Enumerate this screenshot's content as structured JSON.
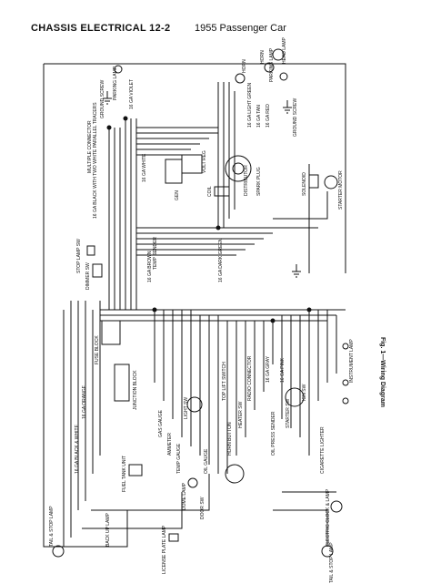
{
  "header": {
    "section": "CHASSIS ELECTRICAL  12-2",
    "title": "1955 Passenger Car"
  },
  "figure": {
    "caption": "Fig. 1—Wiring Diagram"
  },
  "labels": [
    {
      "id": "parking-lamp-l",
      "text": "PARKING LAMP"
    },
    {
      "id": "ground-screw-l",
      "text": "GROUND SCREW"
    },
    {
      "id": "black-white-l",
      "text": "16 GA BLACK WITH TWO WHITE PARALLEL TRACERS"
    },
    {
      "id": "multiple-conn",
      "text": "MULTIPLE CONNECTOR"
    },
    {
      "id": "white-l",
      "text": "16 GA WHITE"
    },
    {
      "id": "dist",
      "text": "DISTRIBUTOR"
    },
    {
      "id": "volt-reg",
      "text": "VOLT REG"
    },
    {
      "id": "coil",
      "text": "COIL"
    },
    {
      "id": "spark-plug",
      "text": "SPARK PLUG"
    },
    {
      "id": "starter-motor",
      "text": "STARTER MOTOR"
    },
    {
      "id": "solenoid",
      "text": "SOLENOID"
    },
    {
      "id": "horn-l",
      "text": "HORN"
    },
    {
      "id": "horn-r",
      "text": "HORN"
    },
    {
      "id": "parking-lamp-r",
      "text": "PARKING LAMP"
    },
    {
      "id": "head-lamp",
      "text": "HEAD LAMP"
    },
    {
      "id": "ground-screw-r",
      "text": "GROUND SCREW"
    },
    {
      "id": "lt-green",
      "text": "16 GA LIGHT GREEN"
    },
    {
      "id": "tan",
      "text": "16 GA TAN"
    },
    {
      "id": "red",
      "text": "16 GA RED"
    },
    {
      "id": "dark-green",
      "text": "16 GA DARK GREEN"
    },
    {
      "id": "stop-lamp-sw",
      "text": "STOP LAMP SW"
    },
    {
      "id": "gen",
      "text": "GEN"
    },
    {
      "id": "temp-sender",
      "text": "TEMP SENDER"
    },
    {
      "id": "starter-sw",
      "text": "STARTER SW"
    },
    {
      "id": "ign-sw",
      "text": "IGN SW"
    },
    {
      "id": "light-sw",
      "text": "LIGHT SW"
    },
    {
      "id": "dimmer-sw",
      "text": "DIMMER SW"
    },
    {
      "id": "fuse-block",
      "text": "FUSE BLOCK"
    },
    {
      "id": "junction-block",
      "text": "JUNCTION BLOCK"
    },
    {
      "id": "dome-lamp",
      "text": "DOME LAMP"
    },
    {
      "id": "tail-stop-lamp-l",
      "text": "TAIL & STOP LAMP"
    },
    {
      "id": "tail-stop-lamp-r",
      "text": "TAIL & STOP LAMP"
    },
    {
      "id": "license-lamp",
      "text": "LICENSE PLATE LAMP"
    },
    {
      "id": "fuel-gauge-tank",
      "text": "FUEL TANK UNIT"
    },
    {
      "id": "oil-press-sender",
      "text": "OIL PRESS SENDER"
    },
    {
      "id": "clock-lamp",
      "text": "ELECTRIC CLOCK & LAMP"
    },
    {
      "id": "cigar-lighter",
      "text": "CIGARETTE LIGHTER"
    },
    {
      "id": "instrument-lamp",
      "text": "INSTRUMENT LAMP"
    },
    {
      "id": "heater-sw",
      "text": "HEATER SW"
    },
    {
      "id": "radio-conn",
      "text": "RADIO CONNECTOR"
    },
    {
      "id": "top-lift-sw",
      "text": "TOP LIFT SWITCH"
    },
    {
      "id": "horn-button",
      "text": "HORN BUTTON"
    },
    {
      "id": "gas-gauge",
      "text": "GAS GAUGE"
    },
    {
      "id": "ammeter",
      "text": "AMMETER"
    },
    {
      "id": "temp-gauge",
      "text": "TEMP GAUGE"
    },
    {
      "id": "oil-gauge",
      "text": "OIL GAUGE"
    },
    {
      "id": "back-up-lamp",
      "text": "BACK UP LAMP"
    },
    {
      "id": "door-sw",
      "text": "DOOR SW"
    },
    {
      "id": "brown",
      "text": "16 GA BROWN"
    },
    {
      "id": "violet",
      "text": "16 GA VIOLET"
    },
    {
      "id": "gray",
      "text": "16 GA GRAY"
    },
    {
      "id": "black-white",
      "text": "16 GA BLACK & WHITE"
    },
    {
      "id": "pink",
      "text": "16 GA PINK"
    },
    {
      "id": "orange",
      "text": "16 GA ORANGE"
    }
  ]
}
